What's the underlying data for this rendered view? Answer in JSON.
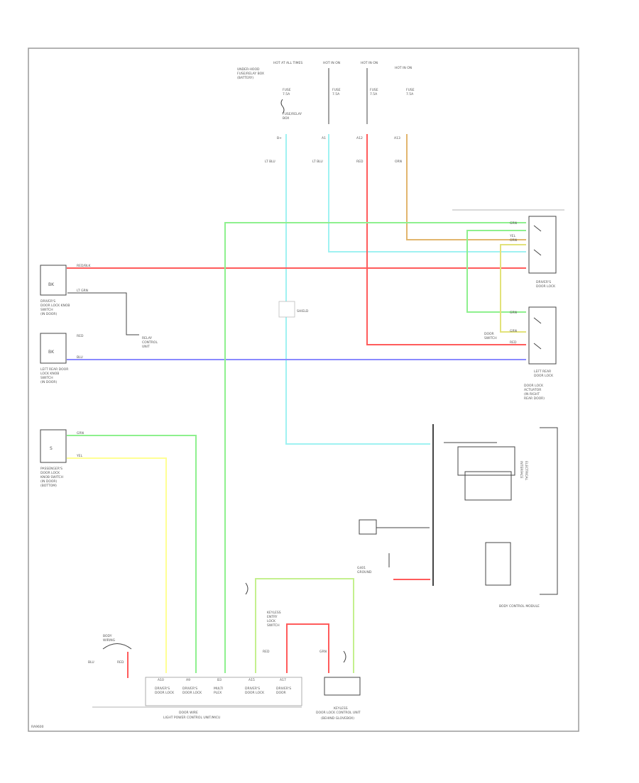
{
  "colors": {
    "red": "#ff5b5b",
    "green": "#8ef08e",
    "cyan": "#9ff2f2",
    "orange": "#e2b66e",
    "blue": "#8a8aff",
    "yellow": "#ffff94",
    "border": "#9a9a9a"
  },
  "top": {
    "src1": "HOT AT ALL TIMES",
    "src1_sub": [
      "UNDER-HOOD",
      "FUSE/RELAY BOX",
      "(BATTERY)"
    ],
    "src2": "HOT IN ON",
    "src3": "HOT IN ON",
    "src4": "HOT IN ON",
    "fuse1": [
      "FUSE",
      "7.5A"
    ],
    "fuse2": [
      "FUSE",
      "7.5A"
    ],
    "fuse3": [
      "FUSE",
      "7.5A"
    ],
    "fuse4": [
      "FUSE",
      "7.5A"
    ],
    "fuse1_sub": [
      "FUSE/RELAY",
      "BOX"
    ],
    "pins": [
      "B+",
      "A1",
      "A12",
      "A13"
    ],
    "wire_labels": [
      "LT BLU",
      "LT BLU",
      "RED",
      "ORN"
    ]
  },
  "left": {
    "conn1_pins": [
      "RED/BLK",
      "LT GRN"
    ],
    "conn1_labels": [
      "DRIVER'S",
      "DOOR LOCK KNOB",
      "SWITCH",
      "(IN DOOR)"
    ],
    "conn1_symbol": "BK",
    "conn2_pins": [
      "RED",
      "BLU"
    ],
    "conn2_labels": [
      "LEFT REAR DOOR",
      "LOCK KNOB",
      "SWITCH",
      "(IN DOOR)"
    ],
    "conn2_symbol": "BK",
    "junction_label": [
      "RELAY",
      "CONTROL",
      "UNIT"
    ],
    "conn3_pins": [
      "GRN",
      "YEL"
    ],
    "conn3_labels": [
      "PASSENGER'S",
      "DOOR LOCK",
      "KNOB SWITCH",
      "(IN DOOR)",
      "(BOTTOM)"
    ],
    "conn3_symbol": "S",
    "ground_label": [
      "G401",
      "GROUND"
    ]
  },
  "right": {
    "relay1_label": [
      "DRIVER'S",
      "DOOR LOCK"
    ],
    "relay2_label": [
      "LEFT REAR",
      "DOOR LOCK"
    ],
    "relay2_sub": [
      "DOOR LOCK",
      "ACTUATOR",
      "(IN RIGHT",
      "REAR DOOR)"
    ],
    "module_label": "BODY CONTROL MODULE",
    "module_sub": [
      "ELECTRICAL",
      "INTERFACE"
    ],
    "r_pins": [
      "GRN",
      "YEL",
      "GRN",
      "RED",
      "ORN",
      "GRN"
    ],
    "switch_label": [
      "DOOR",
      "SWITCH"
    ],
    "shield": "SHIELD"
  },
  "bottom": {
    "conn_labels": [
      "BODY",
      "WIRING"
    ],
    "block_titles": [
      "DRIVER'S",
      "DRIVER'S",
      "MULTI",
      "DRIVER'S",
      "DRIVER'S"
    ],
    "block_subs": [
      "DOOR LOCK",
      "DOOR LOCK",
      "PLEX",
      "DOOR LOCK",
      "DOOR"
    ],
    "block_pins": [
      "A10",
      "A9",
      "B3",
      "A15",
      "A17"
    ],
    "strip_label": "DOOR WIRE",
    "strip_sub": "LIGHT POWER CONTROL UNIT/MICU",
    "lock_label": [
      "KEYLESS",
      "ENTRY"
    ],
    "lock_sub": [
      "LOCK",
      "SWITCH"
    ],
    "right_label": [
      "KEYLESS",
      "DOOR LOCK CONTROL UNIT"
    ],
    "right_sub": "(BEHIND GLOVEBOX)",
    "pin_labels": [
      "RED",
      "BLU",
      "RED",
      "GRN"
    ],
    "corner": "RA9600"
  }
}
